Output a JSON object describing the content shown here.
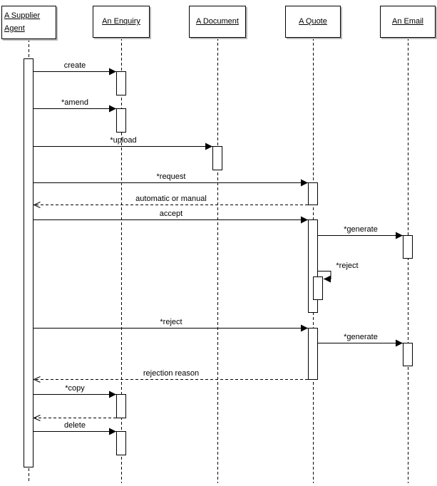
{
  "diagram": {
    "kind": "uml-sequence-diagram",
    "colors": {
      "line": "#000000",
      "background": "#ffffff",
      "box_fill": "#ffffff",
      "shadow": "#b9b9b9"
    },
    "actors": [
      {
        "label": "A Supplier Agent"
      },
      {
        "label": "An Enquiry"
      },
      {
        "label": "A Document"
      },
      {
        "label": "A Quote"
      },
      {
        "label": "An Email"
      }
    ],
    "messages": [
      {
        "label": "create",
        "type": "sync",
        "from": "A Supplier Agent",
        "to": "An Enquiry"
      },
      {
        "label": "*amend",
        "type": "sync",
        "from": "A Supplier Agent",
        "to": "An Enquiry"
      },
      {
        "label": "*upload",
        "type": "sync",
        "from": "A Supplier Agent",
        "to": "A Document"
      },
      {
        "label": "*request",
        "type": "sync",
        "from": "A Supplier Agent",
        "to": "A Quote"
      },
      {
        "label": "automatic or manual",
        "type": "return",
        "from": "A Quote",
        "to": "A Supplier Agent"
      },
      {
        "label": "accept",
        "type": "sync",
        "from": "A Supplier Agent",
        "to": "A Quote"
      },
      {
        "label": "*generate",
        "type": "sync",
        "from": "A Quote",
        "to": "An Email"
      },
      {
        "label": "*reject",
        "type": "self",
        "from": "A Quote",
        "to": "A Quote"
      },
      {
        "label": "*reject",
        "type": "sync",
        "from": "A Supplier Agent",
        "to": "A Quote"
      },
      {
        "label": "*generate",
        "type": "sync",
        "from": "A Quote",
        "to": "An Email"
      },
      {
        "label": "rejection reason",
        "type": "return",
        "from": "A Quote",
        "to": "A Supplier Agent"
      },
      {
        "label": "*copy",
        "type": "sync",
        "from": "A Supplier Agent",
        "to": "An Enquiry"
      },
      {
        "label": "",
        "type": "return",
        "from": "An Enquiry",
        "to": "A Supplier Agent"
      },
      {
        "label": "delete",
        "type": "sync",
        "from": "A Supplier Agent",
        "to": "An Enquiry"
      }
    ]
  }
}
